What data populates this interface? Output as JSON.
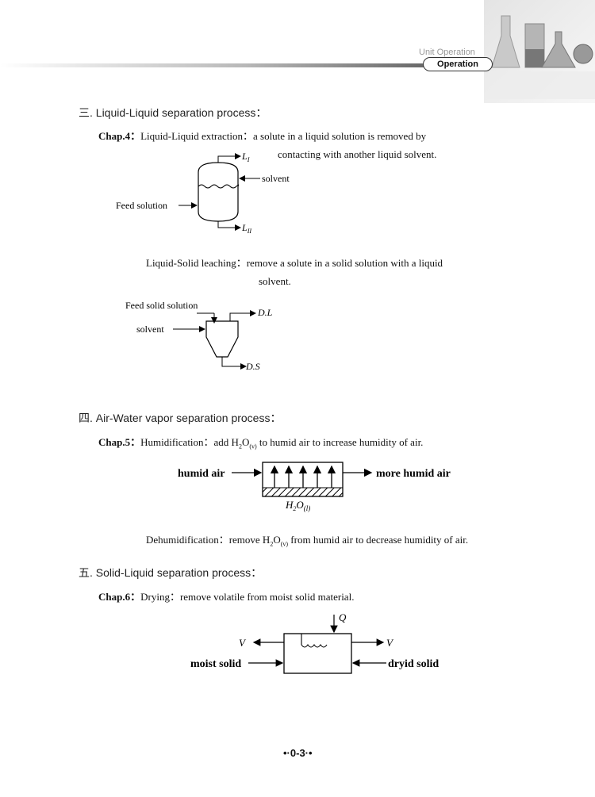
{
  "header": {
    "course": "Unit Operation",
    "tab": "Operation"
  },
  "section3": {
    "heading": "三. Liquid-Liquid separation process：",
    "chap": "Chap.4：",
    "extraction_line1": "Liquid-Liquid extraction：a solute in a liquid solution is removed by",
    "extraction_line2": "contacting with another liquid solvent.",
    "diag1": {
      "top": "L",
      "top_sub": "I",
      "solvent": "solvent",
      "feed": "Feed solution",
      "bottom": "L",
      "bottom_sub": "II"
    },
    "leaching_line1": "Liquid-Solid leaching：remove a solute in a solid solution with a liquid",
    "leaching_line2": "solvent.",
    "diag2": {
      "feed": "Feed solid solution",
      "solvent": "solvent",
      "dl": "D.L",
      "ds": "D.S"
    }
  },
  "section4": {
    "heading": "四. Air-Water vapor separation process：",
    "chap": "Chap.5：",
    "humid_pre": "Humidification：add H",
    "humid_sub1": "2",
    "humid_mid": "O",
    "humid_sub2": "(v)",
    "humid_post": " to humid air to increase humidity of air.",
    "diag3": {
      "left": "humid air",
      "right": "more humid air",
      "water": "H",
      "water_sub": "2",
      "water_o": "O",
      "water_phase": "(l)"
    },
    "dehumid_pre": "Dehumidification：remove H",
    "dehumid_sub1": "2",
    "dehumid_mid": "O",
    "dehumid_sub2": "(v)",
    "dehumid_post": " from humid air to decrease humidity of air."
  },
  "section5": {
    "heading": "五. Solid-Liquid separation process：",
    "chap": "Chap.6：",
    "drying": "Drying：remove volatile from moist solid material.",
    "diag4": {
      "q": "Q",
      "v_left": "V",
      "v_right": "V",
      "left": "moist solid",
      "right": "dryid solid"
    }
  },
  "footer": {
    "page": "•·0-3·•"
  }
}
